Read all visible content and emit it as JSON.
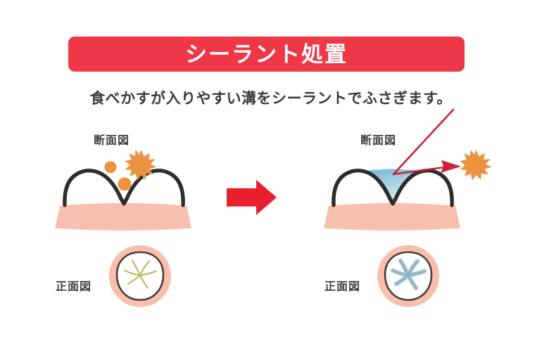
{
  "banner": {
    "title": "シーラント処置",
    "background_color": "#ef3847",
    "text_color": "#ffffff"
  },
  "subtitle": {
    "text": "食べかすが入りやすい溝をシーラントでふさぎます。",
    "color": "#3a3a3a"
  },
  "panels": {
    "before": {
      "cross_section_label": "断面図",
      "front_view_label": "正面図",
      "tooth_outline_color": "#2d2d2d",
      "gum_color": "#f9bfae",
      "groove_line_color": "#b8b554",
      "debris_color": "#eb9240",
      "starburst_color": "#eb9240",
      "debris_dots": 2,
      "starburst_points": 12
    },
    "after": {
      "cross_section_label": "断面図",
      "front_view_label": "正面図",
      "tooth_outline_color": "#2d2d2d",
      "gum_color": "#f9bfae",
      "sealant_color_top": "#7ec0d8",
      "sealant_color_bottom": "#cfe4ee",
      "front_sealant_color": "#9bbdcb",
      "starburst_color": "#eb9240",
      "starburst_points": 12
    }
  },
  "arrows": {
    "transition_arrow_color": "#e8202b",
    "pointer_arrow_color": "#cc2233",
    "pointer_arrow_meaning": "sealant-blocks-debris"
  },
  "icons": {
    "transition": "right-arrow-icon",
    "debris": "food-debris-dot-icon",
    "bacteria": "starburst-icon",
    "pointer": "pointer-arrow-icon"
  },
  "colors": {
    "banner_red": "#ef3847",
    "arrow_red": "#e8202b",
    "gum_pink": "#f9bfae",
    "tooth_stroke": "#2d2d2d",
    "sealant_blue": "#7ec0d8",
    "orange": "#eb9240",
    "groove_olive": "#b8b554",
    "background": "#ffffff"
  }
}
